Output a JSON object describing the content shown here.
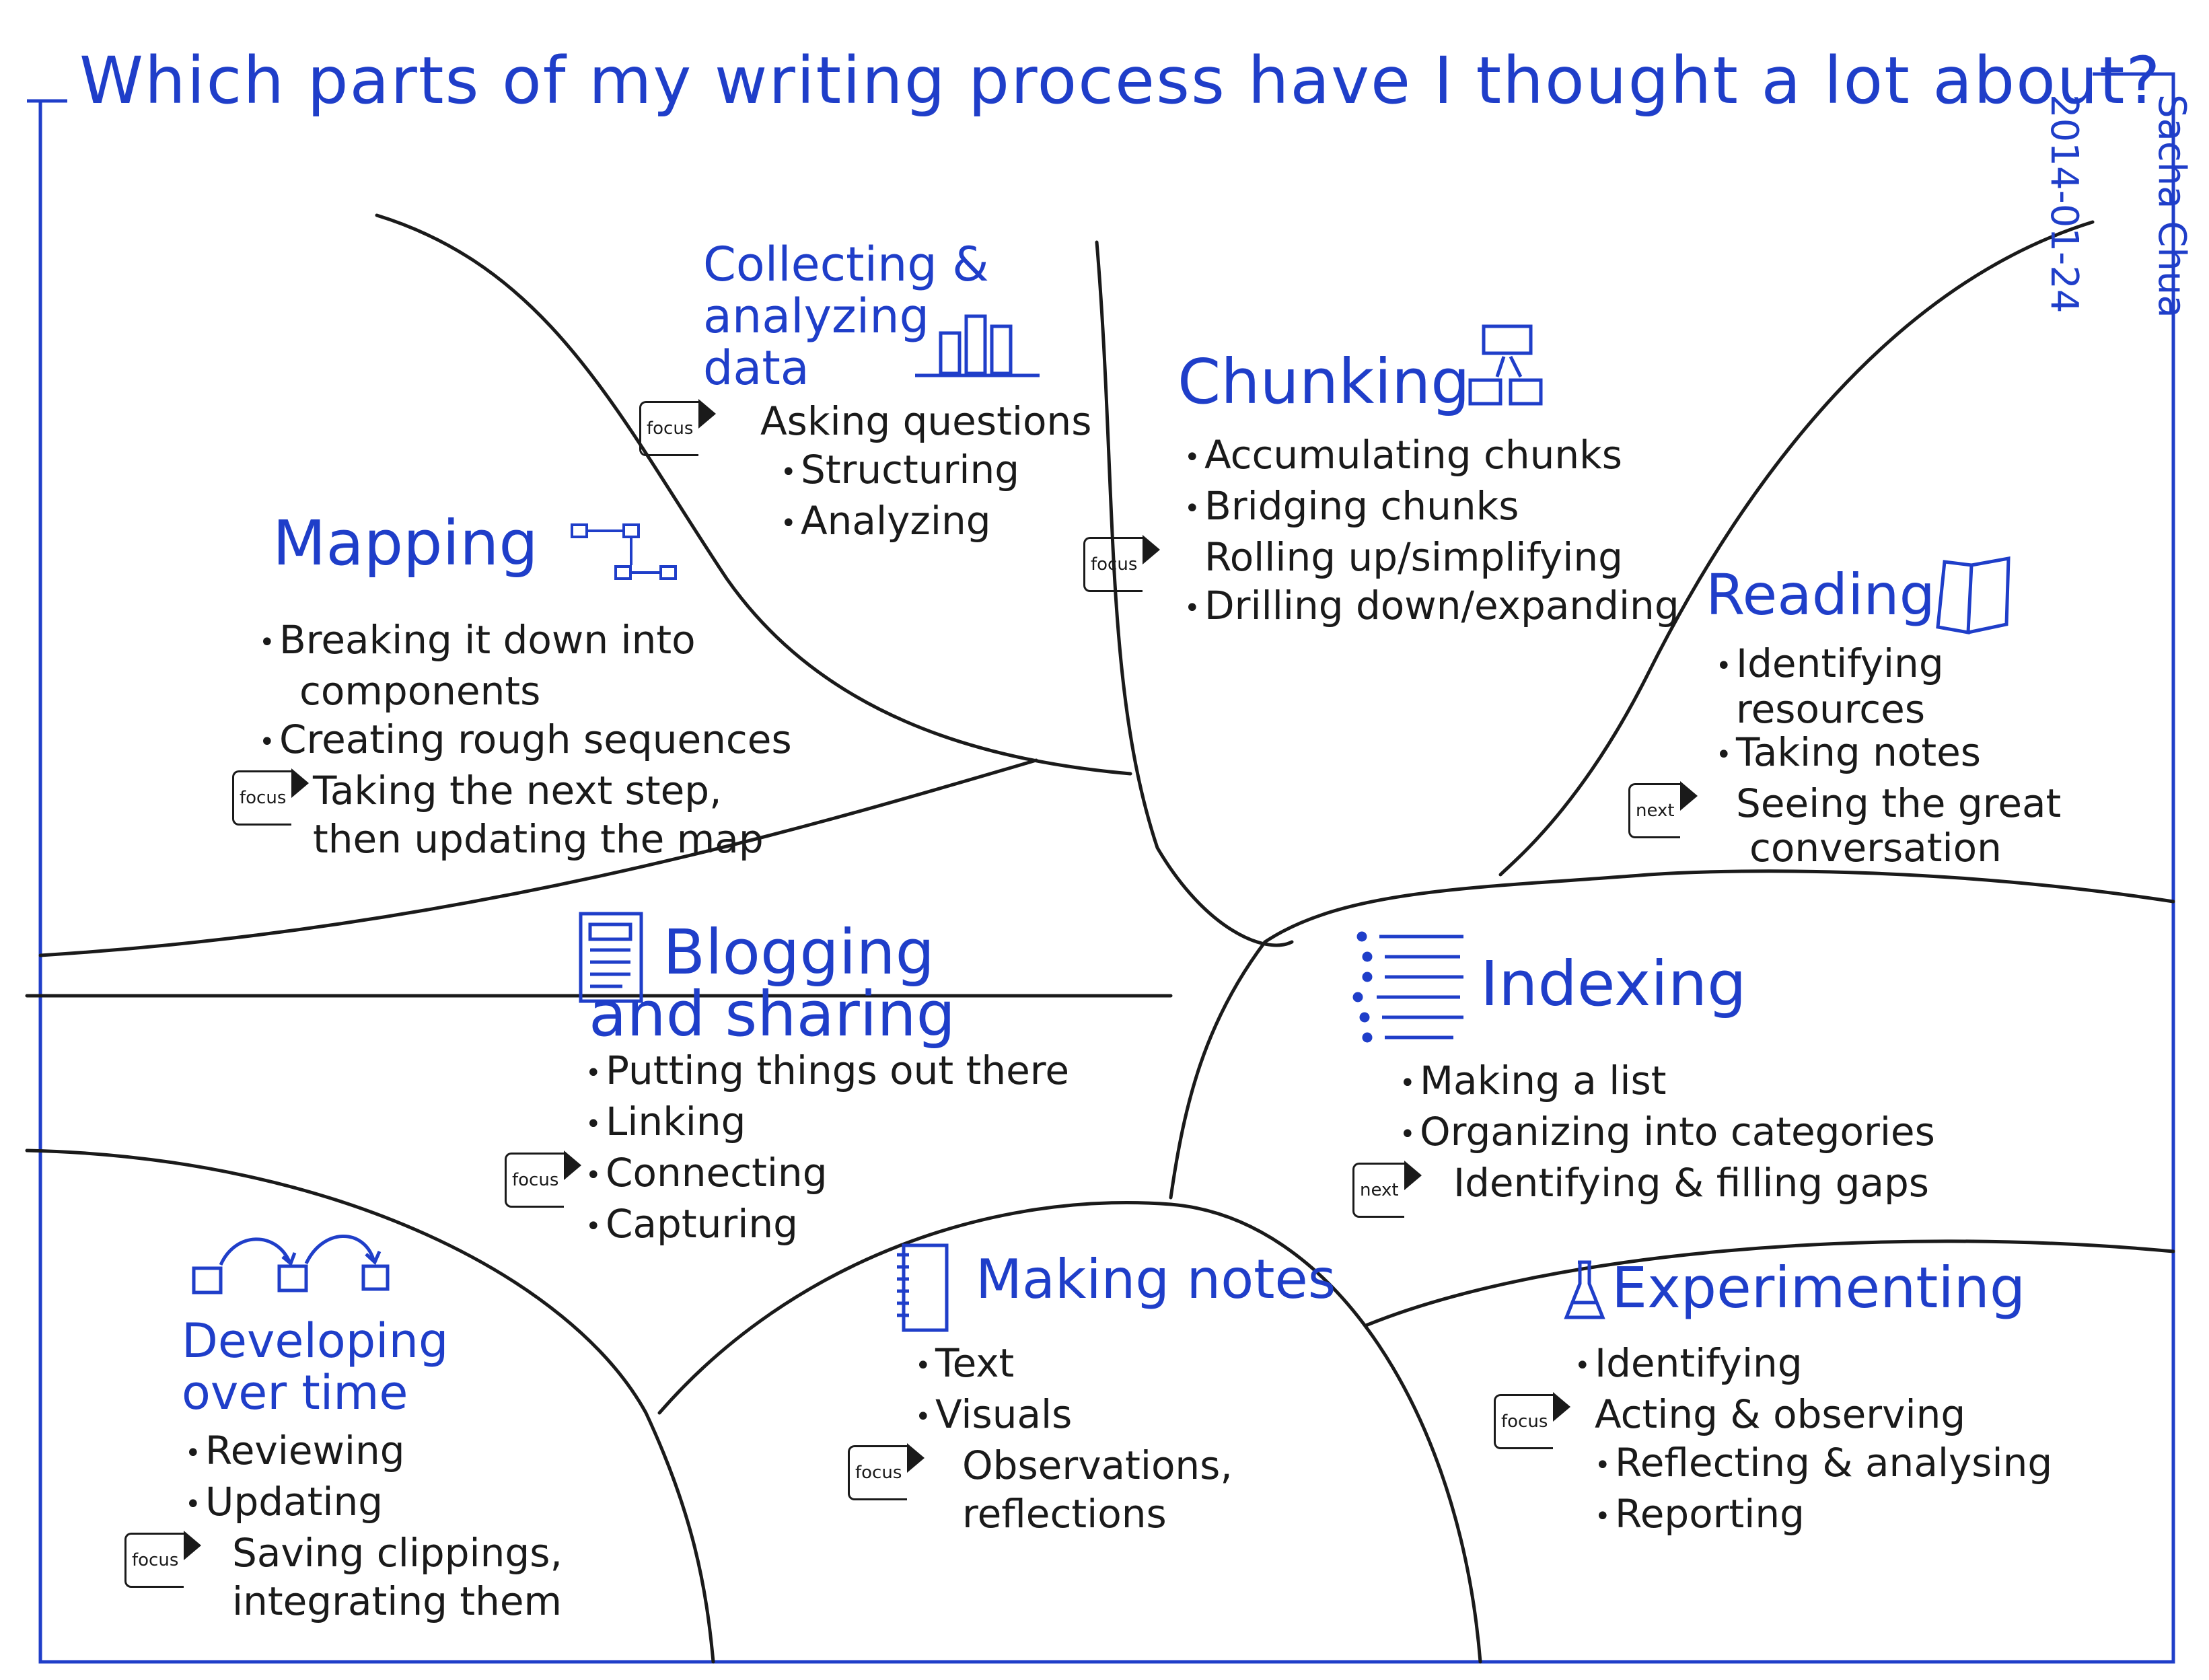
{
  "title": "Which parts of my writing process have I thought a lot about?",
  "author": "Sacha Chua",
  "date": "2014-01-24",
  "colors": {
    "heading": "#1f3ec9",
    "text": "#1a1a1a",
    "frame": "#1f3ec9"
  },
  "sections": {
    "collecting": {
      "heading": [
        "Collecting &",
        "analyzing",
        "data"
      ],
      "icon": "bar-chart-icon",
      "items": [
        {
          "text": "Asking questions",
          "marker": "focus"
        },
        {
          "text": "Structuring"
        },
        {
          "text": "Analyzing"
        }
      ]
    },
    "chunking": {
      "heading": "Chunking",
      "icon": "hierarchy-icon",
      "items": [
        {
          "text": "Accumulating chunks"
        },
        {
          "text": "Bridging chunks"
        },
        {
          "text": "Rolling up/simplifying",
          "marker": "focus"
        },
        {
          "text": "Drilling down/expanding"
        }
      ]
    },
    "mapping": {
      "heading": "Mapping",
      "icon": "flow-map-icon",
      "items": [
        {
          "text": "Breaking it down into",
          "cont": "components"
        },
        {
          "text": "Creating rough sequences"
        },
        {
          "text": "Taking the next step,",
          "cont": "then updating the map",
          "marker": "focus"
        }
      ]
    },
    "reading": {
      "heading": "Reading",
      "icon": "book-icon",
      "items": [
        {
          "text": "Identifying",
          "cont": "resources"
        },
        {
          "text": "Taking notes"
        },
        {
          "text": "Seeing the great",
          "cont": "conversation",
          "marker": "next"
        }
      ]
    },
    "blogging": {
      "heading": [
        "Blogging",
        "and sharing"
      ],
      "icon": "blog-page-icon",
      "items": [
        {
          "text": "Putting things out there"
        },
        {
          "text": "Linking"
        },
        {
          "text": "Connecting",
          "marker": "focus"
        },
        {
          "text": "Capturing"
        }
      ]
    },
    "indexing": {
      "heading": "Indexing",
      "icon": "list-icon",
      "items": [
        {
          "text": "Making a list"
        },
        {
          "text": "Organizing into categories"
        },
        {
          "text": "Identifying & filling gaps",
          "marker": "next"
        }
      ]
    },
    "developing": {
      "heading": [
        "Developing",
        "over time"
      ],
      "icon": "iteration-icon",
      "items": [
        {
          "text": "Reviewing"
        },
        {
          "text": "Updating"
        },
        {
          "text": "Saving clippings,",
          "cont": "integrating them",
          "marker": "focus"
        }
      ]
    },
    "making_notes": {
      "heading": "Making notes",
      "icon": "notebook-icon",
      "items": [
        {
          "text": "Text"
        },
        {
          "text": "Visuals"
        },
        {
          "text": "Observations,",
          "cont": "reflections",
          "marker": "focus"
        }
      ]
    },
    "experimenting": {
      "heading": "Experimenting",
      "icon": "flask-icon",
      "items": [
        {
          "text": "Identifying"
        },
        {
          "text": "Acting & observing",
          "marker": "focus"
        },
        {
          "text": "Reflecting & analysing"
        },
        {
          "text": "Reporting"
        }
      ]
    }
  }
}
